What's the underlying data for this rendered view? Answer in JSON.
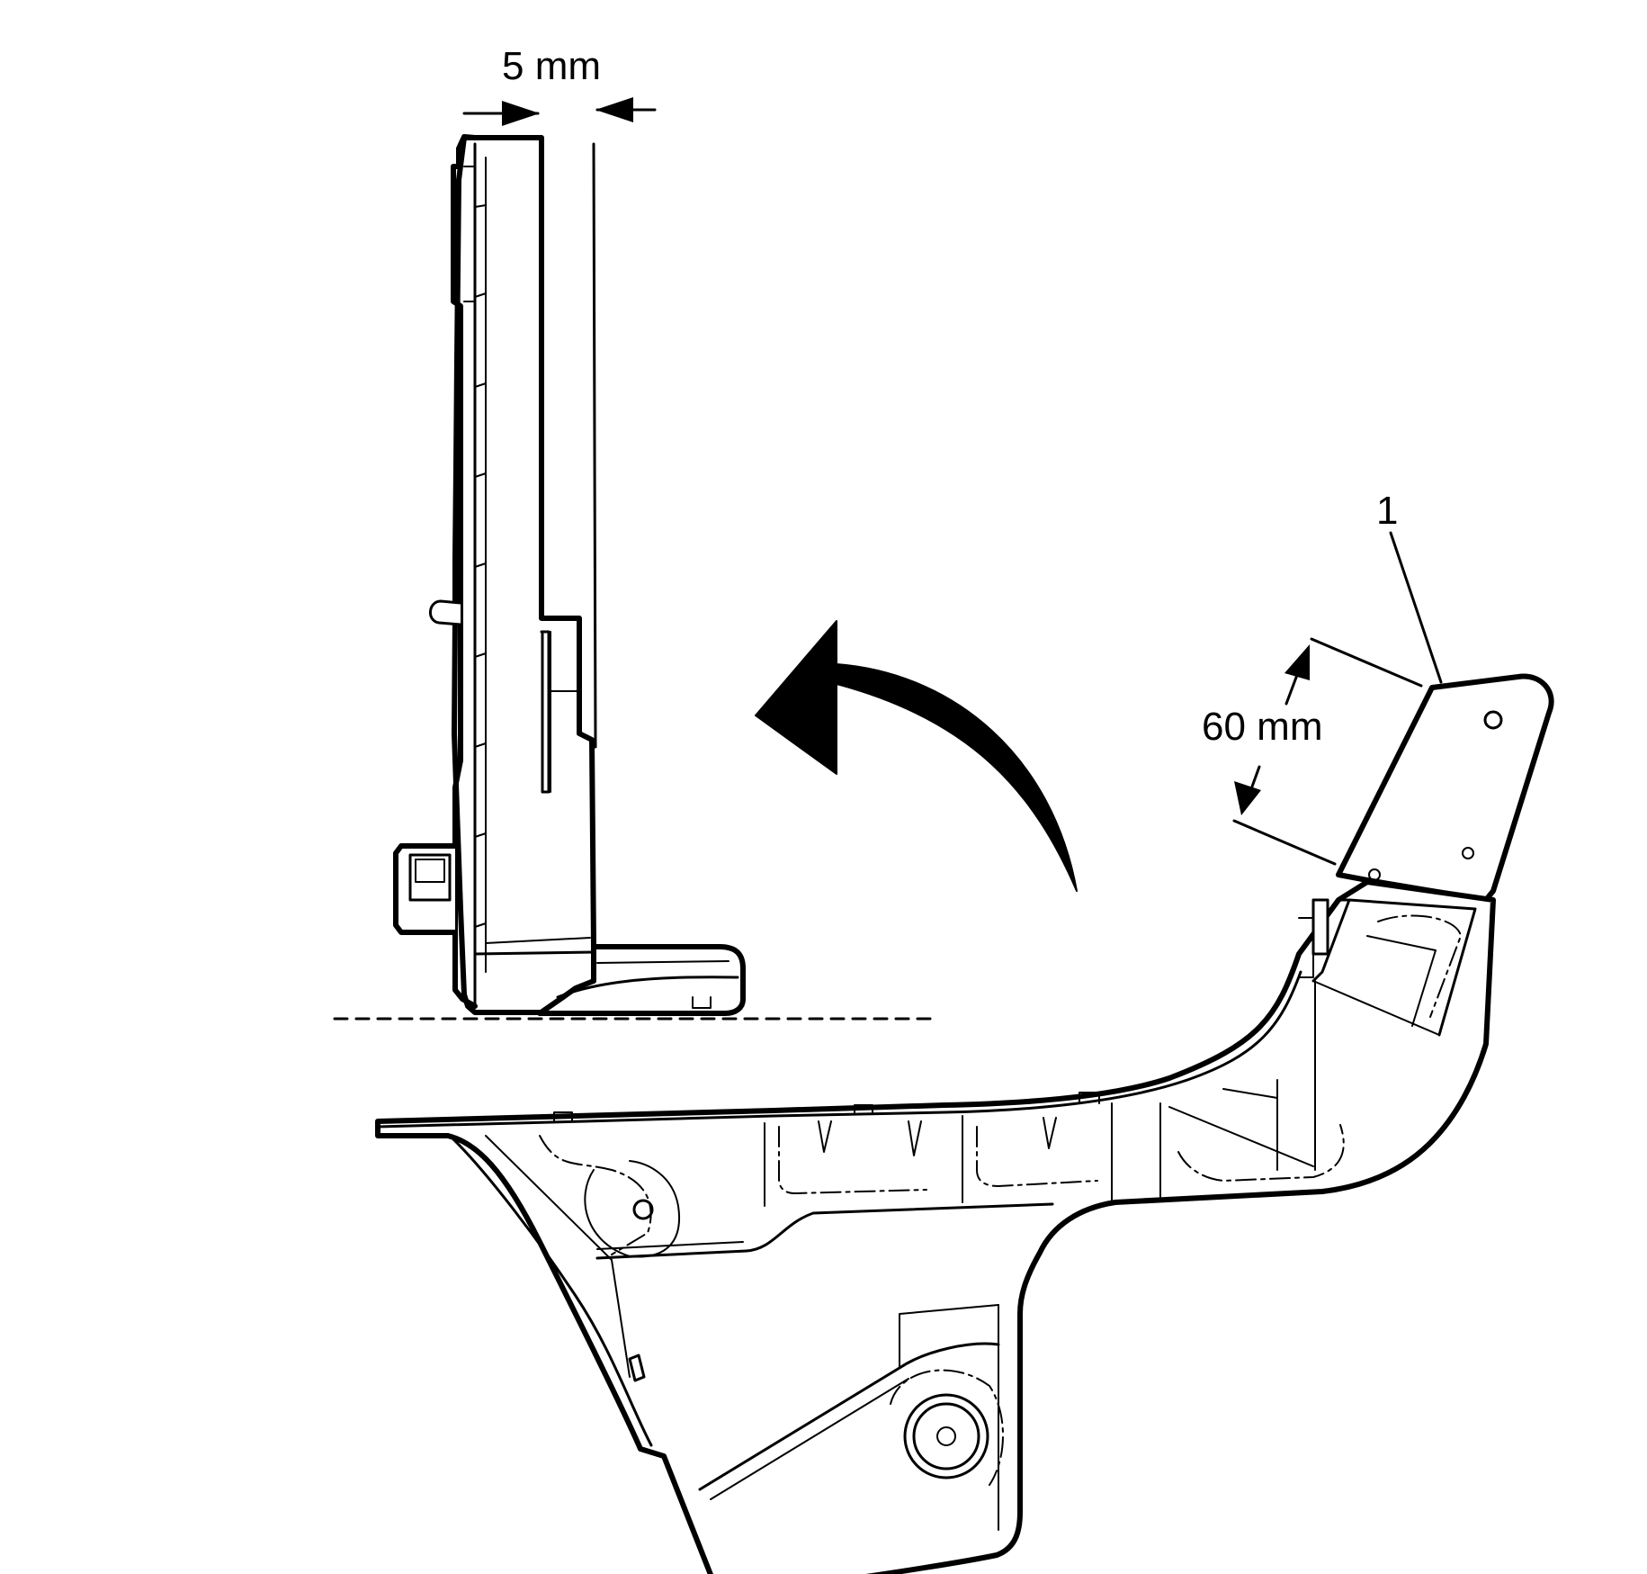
{
  "labels": {
    "gap_dimension": "5 mm",
    "height_dimension": "60 mm",
    "callout_number": "1"
  },
  "colors": {
    "line": "#000000",
    "background": "#ffffff"
  }
}
